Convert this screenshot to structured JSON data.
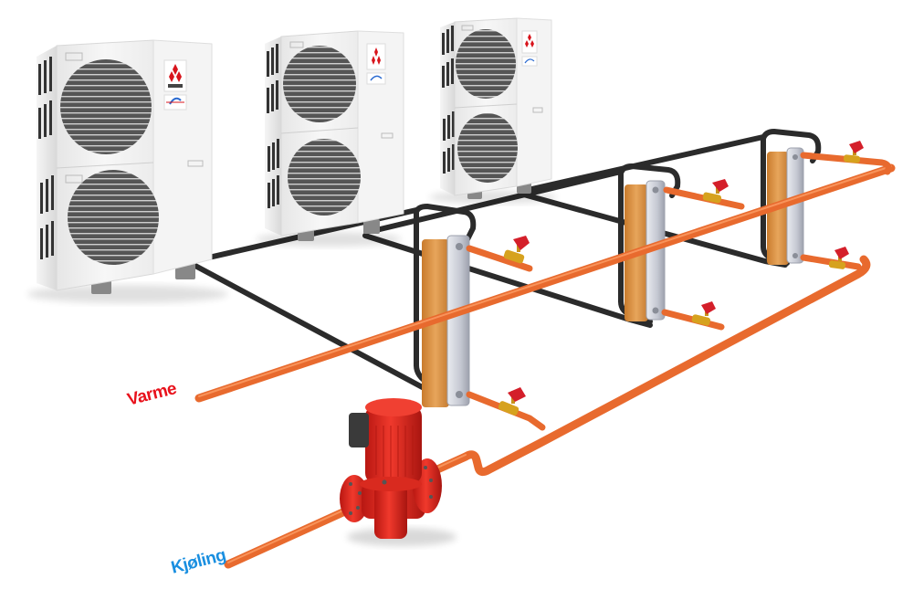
{
  "diagram": {
    "type": "heat-pump-system-illustration",
    "labels": {
      "heating": {
        "text": "Varme",
        "color": "#e8121c"
      },
      "cooling": {
        "text": "Kjøling",
        "color": "#1a8fe0"
      }
    },
    "components": {
      "outdoor_units": [
        {
          "id": "unit-1",
          "fans": 2,
          "brand_mark": "mitsubishi-electric-logo"
        },
        {
          "id": "unit-2",
          "fans": 2,
          "brand_mark": "mitsubishi-electric-logo"
        },
        {
          "id": "unit-3",
          "fans": 2,
          "brand_mark": "mitsubishi-electric-logo"
        }
      ],
      "heat_exchangers": [
        {
          "id": "hx-1"
        },
        {
          "id": "hx-2"
        },
        {
          "id": "hx-3"
        }
      ],
      "circulation_pump": {
        "id": "pump",
        "color": "#e02a1e"
      },
      "valves": 6
    },
    "colors": {
      "water_pipe": "#f07a3c",
      "water_pipe_highlight": "#ffa56e",
      "refrigerant_pipe": "#2b2b2b",
      "unit_body": "#f2f2f2",
      "unit_grille": "#5a5a5a",
      "exchanger_copper": "#d88a3a",
      "exchanger_steel": "#c8cbd4",
      "valve_brass": "#d6a21e",
      "valve_handle": "#d41f2a",
      "pump_red": "#e02a1e",
      "pump_box": "#3a3a3a"
    }
  }
}
